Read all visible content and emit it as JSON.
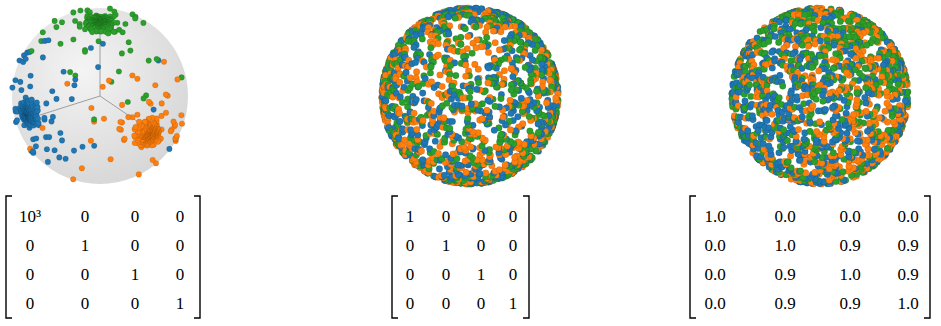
{
  "diagram": {
    "labels": [
      "10³",
      "0",
      "0",
      "0",
      "0",
      "1",
      "0",
      "0",
      "0",
      "0",
      "1",
      "0",
      "0",
      "0",
      "0",
      "1",
      "1",
      "0",
      "0",
      "0",
      "0",
      "1",
      "0",
      "0",
      "0",
      "0",
      "1",
      "0",
      "0",
      "0",
      "0",
      "1",
      "1.0",
      "0.0",
      "0.0",
      "0.0",
      "0.0",
      "1.0",
      "0.9",
      "0.9",
      "0.0",
      "0.9",
      "1.0",
      "0.9",
      "0.0",
      "0.9",
      "0.9",
      "1.0"
    ]
  }
}
